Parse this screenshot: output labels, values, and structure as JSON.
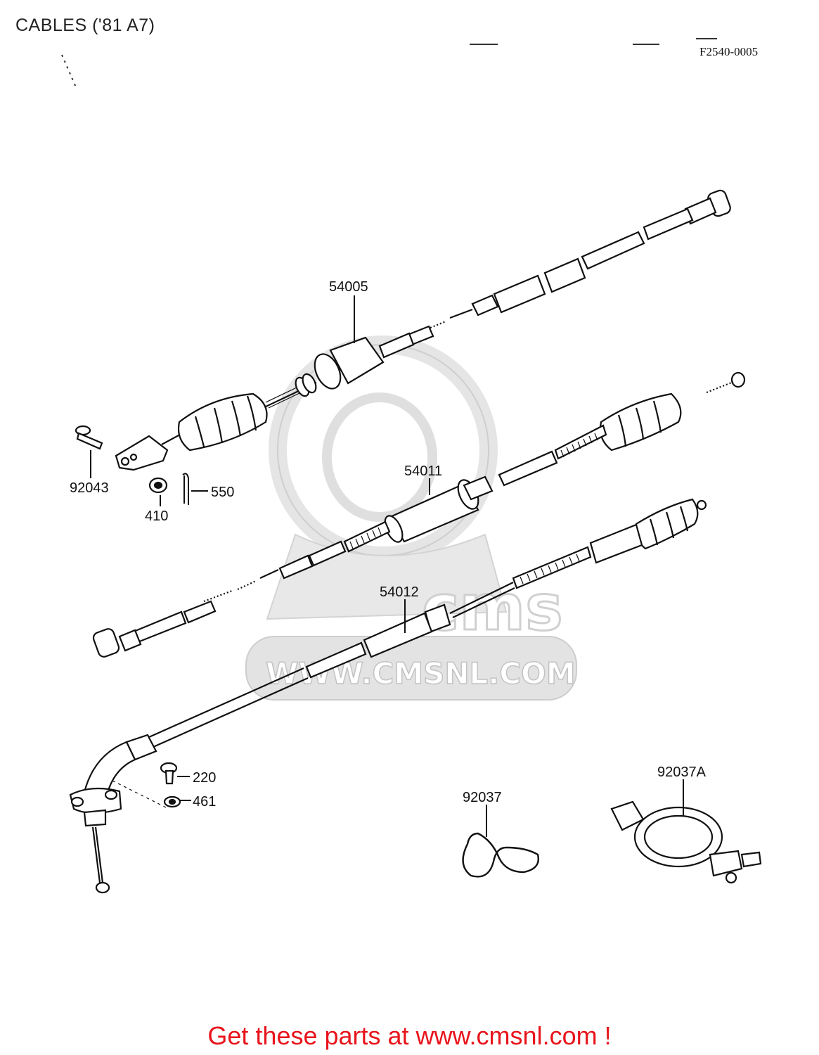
{
  "header": {
    "title": "CABLES ('81 A7)",
    "diagram_code": "F2540-0005"
  },
  "watermark": {
    "brand": "cms",
    "url": "WWW.CMSNL.COM"
  },
  "parts": [
    {
      "id": "p-54005",
      "label": "54005"
    },
    {
      "id": "p-54011",
      "label": "54011"
    },
    {
      "id": "p-54012",
      "label": "54012"
    },
    {
      "id": "p-92043",
      "label": "92043"
    },
    {
      "id": "p-410",
      "label": "410"
    },
    {
      "id": "p-550",
      "label": "550"
    },
    {
      "id": "p-220",
      "label": "220"
    },
    {
      "id": "p-461",
      "label": "461"
    },
    {
      "id": "p-92037",
      "label": "92037"
    },
    {
      "id": "p-92037A",
      "label": "92037A"
    }
  ],
  "footer": {
    "cta": "Get these parts at www.cmsnl.com !"
  }
}
